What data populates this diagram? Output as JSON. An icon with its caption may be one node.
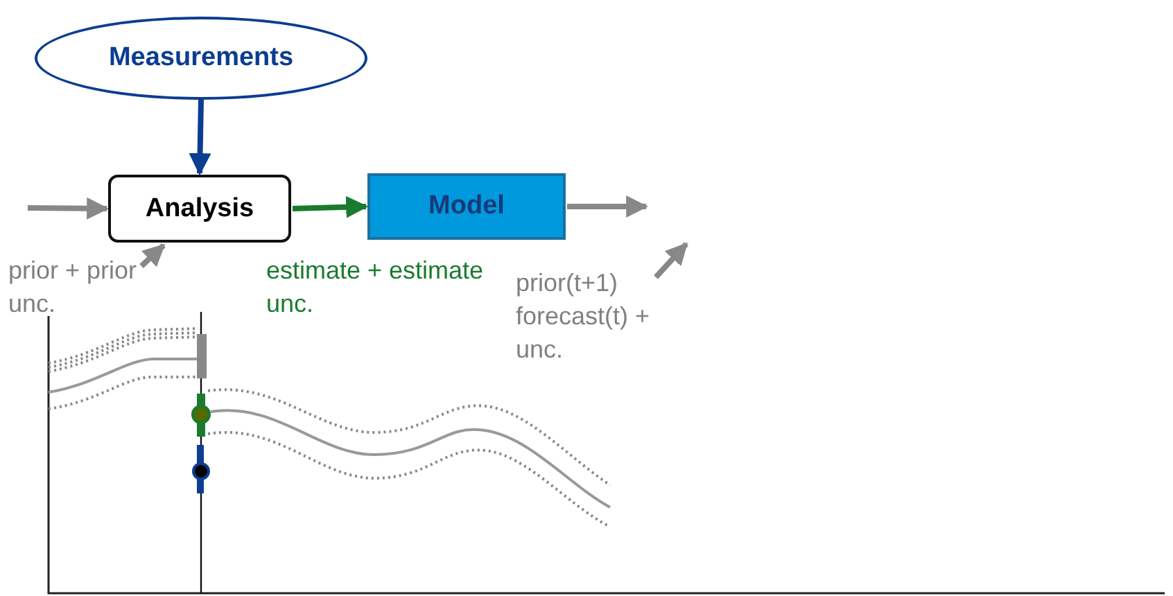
{
  "diagram": {
    "nodes": [
      {
        "text": [
          "Measurements"
        ]
      },
      {
        "text": [
          "Analysis"
        ]
      },
      {
        "text": [
          "Model"
        ]
      },
      {
        "text": [
          "prior + prior unc."
        ]
      },
      {
        "text": [
          "prior(t+1) forecast(t) + unc."
        ]
      }
    ],
    "edges": [
      {
        "from": 0,
        "to": 1,
        "arrow": "to",
        "color": "#0b3d91"
      },
      {
        "from": null,
        "to": 1,
        "arrow": "to"
      },
      {
        "from": 3,
        "to": 1,
        "arrow": "to"
      },
      {
        "from": 1,
        "to": 2,
        "arrow": "to",
        "label": "estimate + estimate unc.",
        "color": "#1a7a2e"
      },
      {
        "from": 2,
        "to": null,
        "arrow": "to"
      },
      {
        "from": 4,
        "to": null,
        "arrow": "to"
      }
    ]
  }
}
